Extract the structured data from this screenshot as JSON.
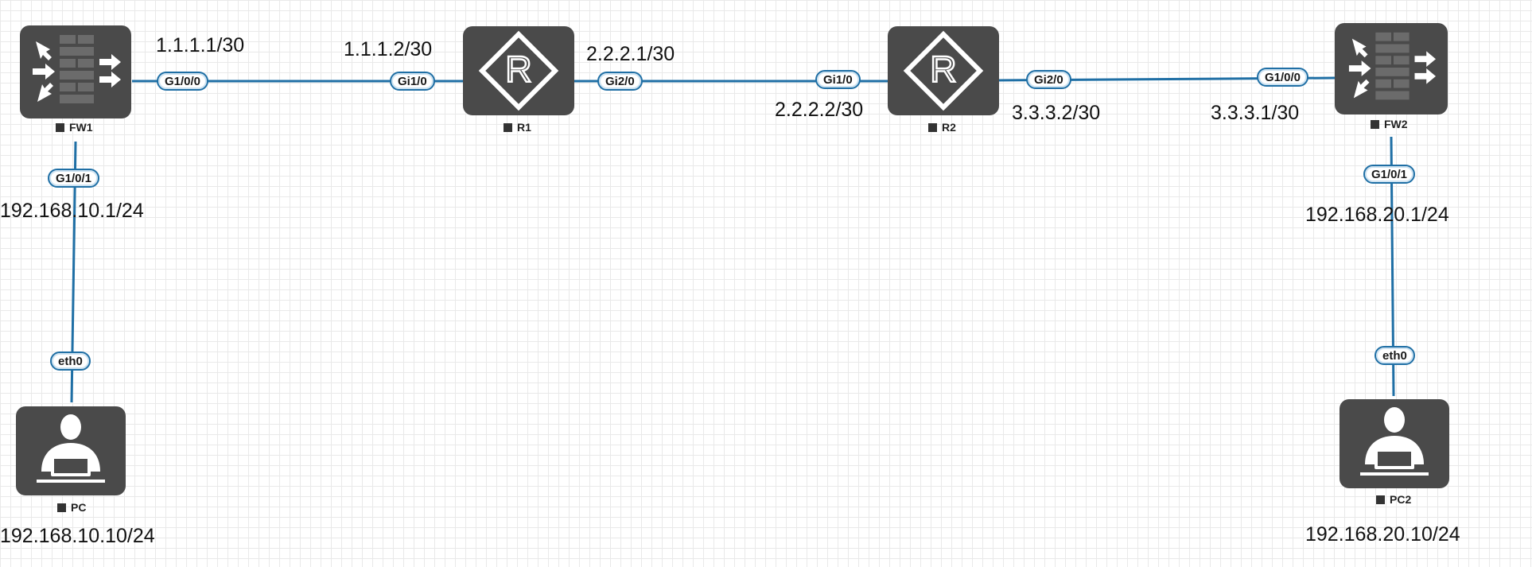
{
  "colors": {
    "link": "#1f6fa5",
    "device": "#4a4a4a",
    "grid": "#e9e9e9"
  },
  "devices": {
    "fw1": {
      "label": "FW1",
      "icon": "firewall-icon"
    },
    "r1": {
      "label": "R1",
      "icon": "router-icon"
    },
    "r2": {
      "label": "R2",
      "icon": "router-icon"
    },
    "fw2": {
      "label": "FW2",
      "icon": "firewall-icon"
    },
    "pc": {
      "label": "PC",
      "icon": "user-pc-icon"
    },
    "pc2": {
      "label": "PC2",
      "icon": "user-pc-icon"
    }
  },
  "ports": {
    "fw1_g100": "G1/0/0",
    "fw1_g101": "G1/0/1",
    "r1_gi10": "Gi1/0",
    "r1_gi20": "Gi2/0",
    "r2_gi10": "Gi1/0",
    "r2_gi20": "Gi2/0",
    "fw2_g100": "G1/0/0",
    "fw2_g101": "G1/0/1",
    "pc_eth0": "eth0",
    "pc2_eth0": "eth0"
  },
  "ips": {
    "fw1_g100": "1.1.1.1/30",
    "r1_gi10": "1.1.1.2/30",
    "r1_gi20": "2.2.2.1/30",
    "r2_gi10": "2.2.2.2/30",
    "r2_gi20": "3.3.3.2/30",
    "fw2_g100": "3.3.3.1/30",
    "fw1_g101": "192.168.10.1/24",
    "fw2_g101": "192.168.20.1/24",
    "pc": "192.168.10.10/24",
    "pc2": "192.168.20.10/24"
  }
}
